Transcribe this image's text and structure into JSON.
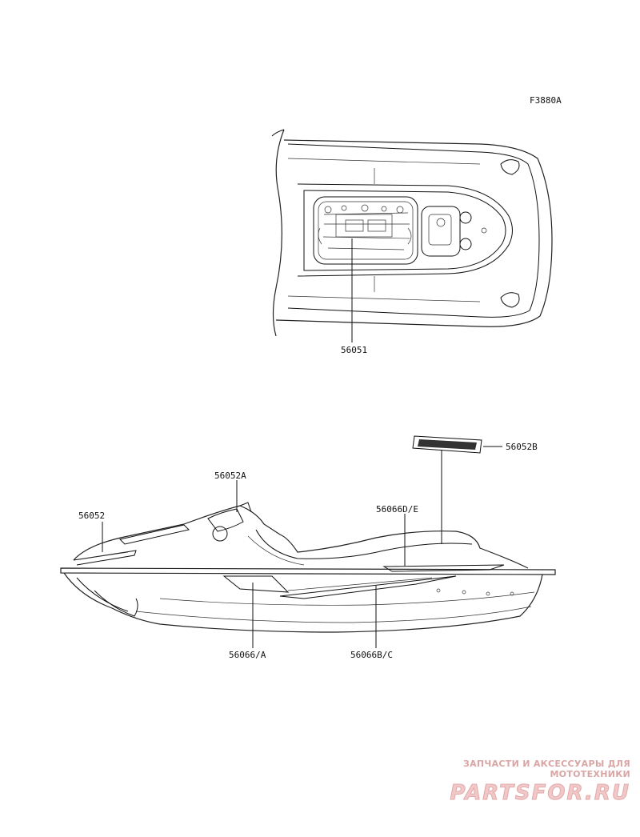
{
  "figure_code": "F3880A",
  "callouts": {
    "top_part": "56051",
    "part_b": "56052B",
    "part_a": "56052A",
    "part_base": "56052",
    "part_de": "56066D/E",
    "part_slash_a": "56066/A",
    "part_bc": "56066B/C"
  },
  "watermark": {
    "tagline": "ЗАПЧАСТИ И АКСЕССУАРЫ ДЛЯ МОТОТЕХНИКИ",
    "logo_text": "PARTSFOR.RU"
  },
  "colors": {
    "line": "#111111",
    "watermark_text": "#d9a5a5",
    "watermark_logo": "#f1c8c8"
  }
}
